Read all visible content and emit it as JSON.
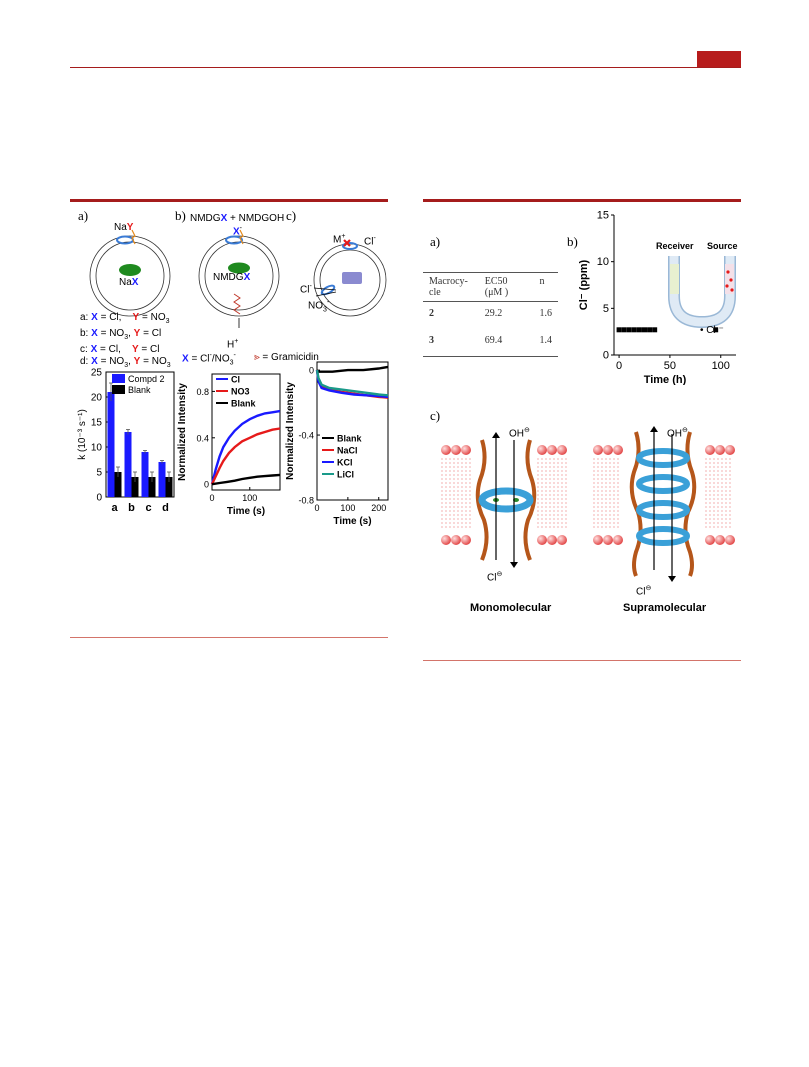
{
  "fig1": {
    "panel_a": "a)",
    "panel_b": "b)",
    "panel_c": "c)",
    "a_top": {
      "pre": "Na",
      "hl": "Y"
    },
    "a_inner": {
      "pre": "Na",
      "hl": "X"
    },
    "b_title": {
      "pre": "NMDG",
      "hl": "X",
      "post": " + NMDGOH"
    },
    "b_top": {
      "hl": "X",
      "sup": "-"
    },
    "b_inner": {
      "pre": "NMDG",
      "hl": "X"
    },
    "b_bottom": {
      "base": "H",
      "sup": "+"
    },
    "c_mplus": {
      "base": "M",
      "sup": "+"
    },
    "c_cl": {
      "base": "Cl",
      "sup": "-"
    },
    "c_left_cl": {
      "base": "Cl",
      "sup": "-"
    },
    "c_no3": {
      "base": "NO",
      "sub": "3",
      "sup": "-"
    },
    "conditions": [
      {
        "tag": "a: ",
        "x": "X",
        "xv": " = Cl,",
        "y": "Y",
        "yv": " = NO",
        "ysub": "3"
      },
      {
        "tag": "b: ",
        "x": "X",
        "xv": " = NO",
        "xsub": "3",
        "xv2": ", ",
        "y": "Y",
        "yv": " = Cl"
      },
      {
        "tag": "c: ",
        "x": "X",
        "xv": " = Cl,",
        "y": "Y",
        "yv": " = Cl"
      },
      {
        "tag": "d: ",
        "x": "X",
        "xv": " = NO",
        "xsub": "3",
        "xv2": ", ",
        "y": "Y",
        "yv": " = NO",
        "ysub": "3"
      }
    ],
    "legend_x": {
      "x": "X",
      "rest": " = Cl",
      "sup1": "-",
      "slash": "/NO",
      "sub": "3",
      "sup2": "-"
    },
    "legend_gram": "= Gramicidin"
  },
  "fig2": {
    "panel_a": "a)",
    "panel_b": "b)",
    "panel_c": "c)",
    "table": {
      "headers": [
        "Macrocy-cle",
        "EC50 (μM )",
        "n"
      ],
      "rows": [
        [
          "2",
          "29.2",
          "1.6"
        ],
        [
          "3",
          "69.4",
          "1.4"
        ]
      ]
    },
    "u_receiver": "Receiver",
    "u_source": "Source",
    "u_legend": "• Cl ⁻",
    "mono_label": "Monomolecular",
    "supra_label": "Supramolecular",
    "oh": "OH",
    "cl": "Cl",
    "minus": "⊖"
  },
  "chart_data": [
    {
      "type": "bar",
      "categories": [
        "a",
        "b",
        "c",
        "d"
      ],
      "series": [
        {
          "name": "Compd 2",
          "values": [
            21,
            13,
            9,
            7
          ],
          "errors": [
            1.8,
            0.5,
            0.3,
            0.3
          ],
          "color": "#1a1aff"
        },
        {
          "name": "Blank",
          "values": [
            5,
            4,
            4,
            4
          ],
          "errors": [
            1.0,
            1.0,
            1.0,
            1.0
          ],
          "color": "#000000"
        }
      ],
      "ylabel": "k (10⁻³ s⁻¹)",
      "ylim": [
        0,
        25
      ],
      "yticks": [
        0,
        5,
        10,
        15,
        20,
        25
      ],
      "legend_position": "top-right"
    },
    {
      "type": "line",
      "xlabel": "Time (s)",
      "ylabel": "Normalized Intensity",
      "xlim": [
        0,
        180
      ],
      "ylim": [
        -0.05,
        0.95
      ],
      "xticks": [
        0,
        100
      ],
      "yticks": [
        0.0,
        0.4,
        0.8
      ],
      "series": [
        {
          "name": "Cl",
          "color": "#1a1aff",
          "points": [
            [
              0,
              0
            ],
            [
              10,
              0.13
            ],
            [
              20,
              0.24
            ],
            [
              30,
              0.32
            ],
            [
              45,
              0.4
            ],
            [
              60,
              0.46
            ],
            [
              80,
              0.52
            ],
            [
              100,
              0.56
            ],
            [
              120,
              0.59
            ],
            [
              140,
              0.61
            ],
            [
              160,
              0.62
            ],
            [
              180,
              0.63
            ]
          ]
        },
        {
          "name": "NO3",
          "color": "#e61a1a",
          "points": [
            [
              0,
              0
            ],
            [
              10,
              0.07
            ],
            [
              20,
              0.14
            ],
            [
              30,
              0.2
            ],
            [
              45,
              0.27
            ],
            [
              60,
              0.32
            ],
            [
              80,
              0.37
            ],
            [
              100,
              0.4
            ],
            [
              120,
              0.43
            ],
            [
              140,
              0.45
            ],
            [
              160,
              0.47
            ],
            [
              180,
              0.48
            ]
          ]
        },
        {
          "name": "Blank",
          "color": "#000000",
          "points": [
            [
              0,
              0
            ],
            [
              20,
              0.01
            ],
            [
              40,
              0.02
            ],
            [
              60,
              0.03
            ],
            [
              80,
              0.045
            ],
            [
              100,
              0.055
            ],
            [
              120,
              0.065
            ],
            [
              140,
              0.07
            ],
            [
              160,
              0.075
            ],
            [
              180,
              0.08
            ]
          ]
        }
      ],
      "legend_position": "top-right"
    },
    {
      "type": "line",
      "xlabel": "Time (s)",
      "ylabel": "Normalized Intensity",
      "xlim": [
        0,
        230
      ],
      "ylim": [
        -0.8,
        0.05
      ],
      "xticks": [
        0,
        100,
        200
      ],
      "yticks": [
        0.0,
        -0.4,
        -0.8
      ],
      "series": [
        {
          "name": "Blank",
          "color": "#000000",
          "points": [
            [
              0,
              -0.01
            ],
            [
              50,
              -0.01
            ],
            [
              100,
              0.0
            ],
            [
              150,
              0.0
            ],
            [
              200,
              0.01
            ],
            [
              230,
              0.02
            ]
          ]
        },
        {
          "name": "NaCl",
          "color": "#e61a1a",
          "points": [
            [
              0,
              0
            ],
            [
              5,
              -0.06
            ],
            [
              15,
              -0.1
            ],
            [
              40,
              -0.12
            ],
            [
              80,
              -0.135
            ],
            [
              120,
              -0.145
            ],
            [
              160,
              -0.155
            ],
            [
              200,
              -0.165
            ],
            [
              230,
              -0.17
            ]
          ]
        },
        {
          "name": "KCl",
          "color": "#1a1aff",
          "points": [
            [
              0,
              0
            ],
            [
              5,
              -0.07
            ],
            [
              15,
              -0.11
            ],
            [
              40,
              -0.125
            ],
            [
              80,
              -0.14
            ],
            [
              120,
              -0.15
            ],
            [
              160,
              -0.155
            ],
            [
              200,
              -0.16
            ],
            [
              230,
              -0.165
            ]
          ]
        },
        {
          "name": "LiCl",
          "color": "#1a9a8a",
          "points": [
            [
              0,
              0
            ],
            [
              5,
              -0.05
            ],
            [
              15,
              -0.09
            ],
            [
              40,
              -0.11
            ],
            [
              80,
              -0.12
            ],
            [
              120,
              -0.13
            ],
            [
              160,
              -0.14
            ],
            [
              200,
              -0.15
            ],
            [
              230,
              -0.155
            ]
          ]
        }
      ],
      "legend_position": "bottom-right"
    },
    {
      "type": "scatter",
      "xlabel": "Time (h)",
      "ylabel": "Cl⁻ (ppm)",
      "xlim": [
        -5,
        115
      ],
      "ylim": [
        0,
        15
      ],
      "xticks": [
        0,
        50,
        100
      ],
      "yticks": [
        0,
        5,
        10,
        15
      ],
      "series": [
        {
          "name": "",
          "color": "#000000",
          "points": [
            [
              0,
              2.7
            ],
            [
              5,
              2.7
            ],
            [
              10,
              2.7
            ],
            [
              15,
              2.7
            ],
            [
              20,
              2.7
            ],
            [
              25,
              2.7
            ],
            [
              30,
              2.7
            ],
            [
              35,
              2.7
            ],
            [
              95,
              2.7
            ]
          ]
        }
      ]
    }
  ]
}
